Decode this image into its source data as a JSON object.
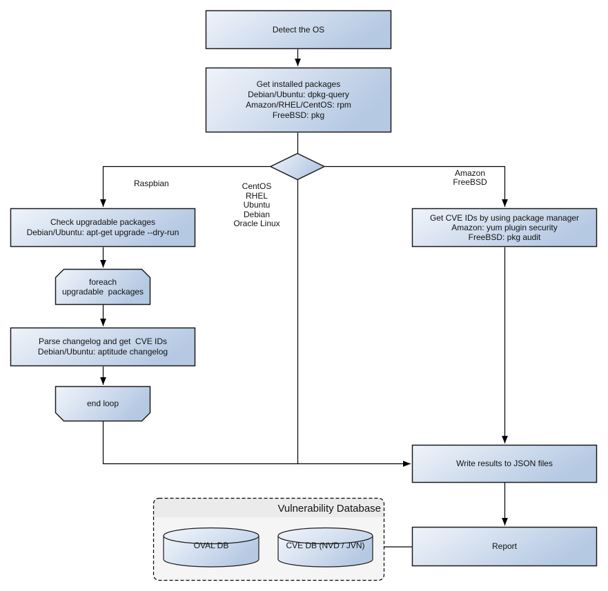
{
  "nodes": {
    "detect": {
      "label": "Detect the OS"
    },
    "get_installed": {
      "label": "Get installed packages\nDebian/Ubuntu: dpkg-query\nAmazon/RHEL/CentOS: rpm\nFreeBSD: pkg"
    },
    "check_upgradable": {
      "label": "Check upgradable packages\nDebian/Ubuntu: apt-get upgrade --dry-run"
    },
    "foreach_loop": {
      "label": "foreach\nupgradable  packages"
    },
    "parse_changelog": {
      "label": "Parse changelog and get  CVE IDs\nDebian/Ubuntu: aptitude changelog"
    },
    "end_loop": {
      "label": "end loop"
    },
    "get_cve": {
      "label": "Get CVE IDs by using package manager\nAmazon: yum plugin security\nFreeBSD: pkg audit"
    },
    "write_results": {
      "label": "Write results to JSON files"
    },
    "report": {
      "label": "Report"
    }
  },
  "branch_labels": {
    "left": "Raspbian",
    "middle": "CentOS\nRHEL\nUbuntu\nDebian\nOracle Linux",
    "right": "Amazon\nFreeBSD"
  },
  "database": {
    "title": "Vulnerability Database",
    "cylinders": [
      {
        "label": "OVAL DB"
      },
      {
        "label": "CVE DB (NVD / JVN)"
      }
    ]
  },
  "colors": {
    "background": "#ffffff",
    "text": "#111111",
    "node_gradient_start": "#f0f4fa",
    "node_gradient_end": "#b5c9e3",
    "cyl_top_start": "#f3f6fb",
    "cyl_top_end": "#c9d8ec",
    "node_border": "#1a1a1a",
    "connector": "#000000",
    "container_fill": "#f5f5f5",
    "container_band": "#ebebeb"
  }
}
